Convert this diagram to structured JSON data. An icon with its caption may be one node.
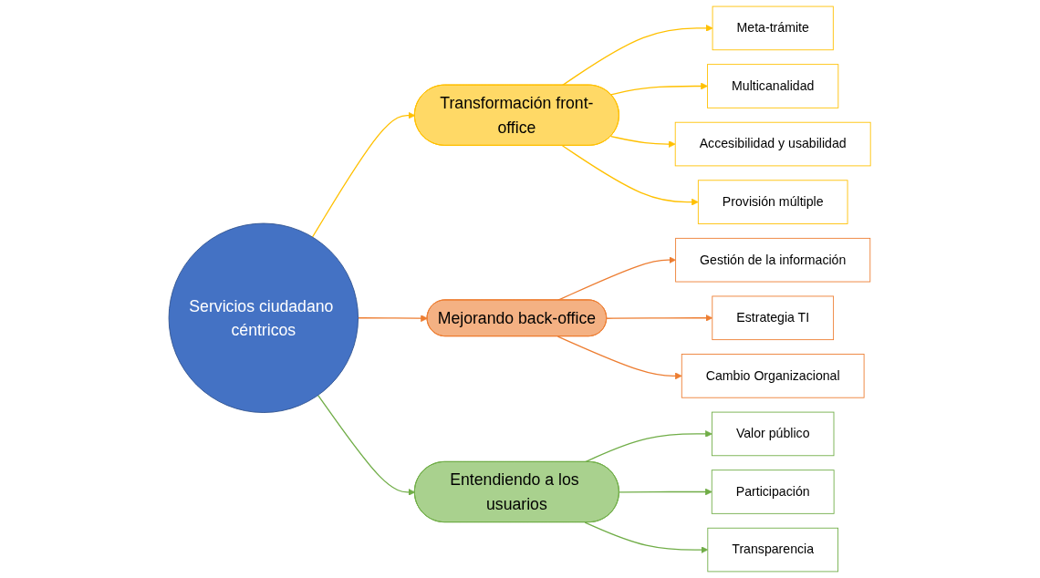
{
  "diagram": {
    "nodes": [
      {
        "text": [
          "Servicios ciudadano céntricos"
        ]
      },
      {
        "text": [
          "Transformación front-office"
        ]
      },
      {
        "text": [
          "Meta-trámite"
        ]
      },
      {
        "text": [
          "Multicanalidad"
        ]
      },
      {
        "text": [
          "Accesibilidad y usabilidad"
        ]
      },
      {
        "text": [
          "Provisión múltiple"
        ]
      },
      {
        "text": [
          "Mejorando back-office"
        ]
      },
      {
        "text": [
          "Gestión de la información"
        ]
      },
      {
        "text": [
          "Estrategia TI"
        ]
      },
      {
        "text": [
          "Cambio Organizacional"
        ]
      },
      {
        "text": [
          "Entendiendo a los usuarios"
        ]
      },
      {
        "text": [
          "Valor público"
        ]
      },
      {
        "text": [
          "Participación"
        ]
      },
      {
        "text": [
          "Transparencia"
        ]
      }
    ],
    "edges": [
      {
        "from": 0,
        "to": 1,
        "arrow": "to",
        "color": "#ffc000"
      },
      {
        "from": 1,
        "to": 2,
        "arrow": "to",
        "color": "#ffc000"
      },
      {
        "from": 1,
        "to": 3,
        "arrow": "to",
        "color": "#ffc000"
      },
      {
        "from": 1,
        "to": 4,
        "arrow": "to",
        "color": "#ffc000"
      },
      {
        "from": 1,
        "to": 5,
        "arrow": "to",
        "color": "#ffc000"
      },
      {
        "from": 0,
        "to": 6,
        "arrow": "to",
        "color": "#ed7d31"
      },
      {
        "from": 6,
        "to": 7,
        "arrow": "to",
        "color": "#ed7d31"
      },
      {
        "from": 6,
        "to": 8,
        "arrow": "to",
        "color": "#ed7d31"
      },
      {
        "from": 6,
        "to": 9,
        "arrow": "to",
        "color": "#ed7d31"
      },
      {
        "from": 0,
        "to": 10,
        "arrow": "to",
        "color": "#70ad47"
      },
      {
        "from": 10,
        "to": 11,
        "arrow": "to",
        "color": "#70ad47"
      },
      {
        "from": 10,
        "to": 12,
        "arrow": "to",
        "color": "#70ad47"
      },
      {
        "from": 10,
        "to": 13,
        "arrow": "to",
        "color": "#70ad47"
      }
    ]
  }
}
